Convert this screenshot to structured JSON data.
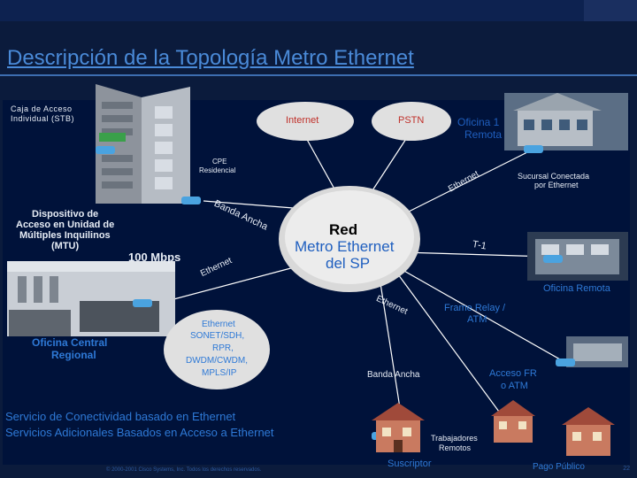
{
  "slide": {
    "title": "Descripción de la Topología Metro Ethernet",
    "footer_copyright": "© 2000-2001 Cisco Systems, Inc. Todos los derechos reservados.",
    "page_number": "22"
  },
  "labels": {
    "caja_acceso": "Caja de Acceso",
    "caja_acceso_2": "Individual (STB)",
    "internet": "Internet",
    "pstn": "PSTN",
    "oficina_remota_1a": "Oficina 1",
    "oficina_remota_1b": "Remota",
    "cpe_1": "CPE",
    "cpe_2": "Residencial",
    "sucursal_1": "Sucursal Conectada",
    "sucursal_2": "por Ethernet",
    "ethernet_arc_top": "Ethernet",
    "banda_ancha_arc": "Banda Ancha",
    "dispositivo_1": "Dispositivo de",
    "dispositivo_2": "Acceso en Unidad de",
    "dispositivo_3": "Múltiples Inquilinos",
    "dispositivo_4": "(MTU)",
    "speed": "100 Mbps",
    "ethernet_arc_left": "Ethernet",
    "red_1": "Red",
    "red_2": "Metro Ethernet",
    "red_3": "del SP",
    "t1": "T-1",
    "oficina_remota_2": "Oficina Remota",
    "ethernet_arc_bottom": "Ethernet",
    "frame_relay_1": "Frame Relay /",
    "frame_relay_2": "ATM",
    "oficina_central_1": "Oficina Central",
    "oficina_central_2": "Regional",
    "transport_1": "Ethernet",
    "transport_2": "SONET/SDH,",
    "transport_3": "RPR,",
    "transport_4": "DWDM/CWDM,",
    "transport_5": "MPLS/IP",
    "banda_ancha_label": "Banda Ancha",
    "acceso_fr_1": "Acceso FR",
    "acceso_fr_2": "o ATM",
    "servicio_1": "Servicio de  Conectividad basado en Ethernet",
    "servicio_2": "Servicios Adicionales Basados en Acceso a Ethernet",
    "trabajadores_1": "Trabajadores",
    "trabajadores_2": "Remotos",
    "suscriptor": "Suscriptor",
    "pago_publico": "Pago Público"
  },
  "colors": {
    "accent_blue": "#2e79d6",
    "title_blue": "#4a8ad8",
    "cloud_red_text": "#000000",
    "cloud_blue_text": "#1f5fbf",
    "router_blue": "#4aa3e0"
  }
}
